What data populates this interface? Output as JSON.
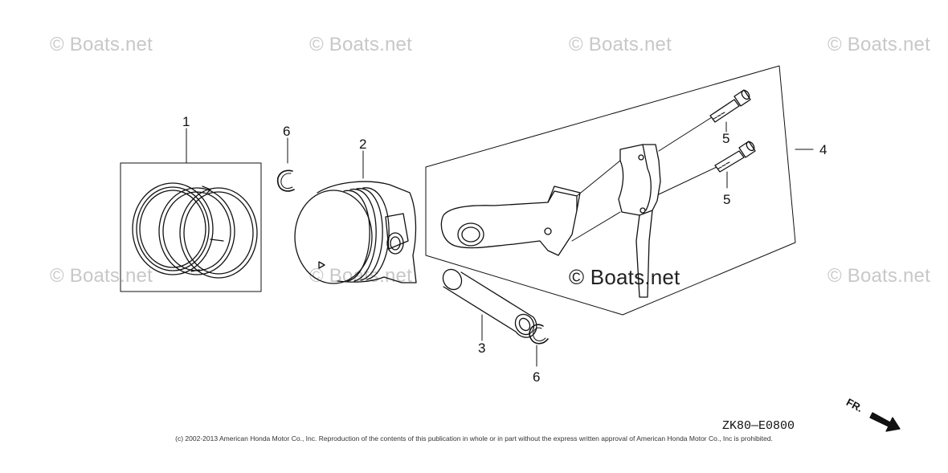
{
  "watermarks": [
    "© Boats.net",
    "© Boats.net",
    "© Boats.net",
    "© Boats.net",
    "© Boats.net",
    "© Boats.net",
    "© Boats.net",
    "© Boats.net"
  ],
  "center_watermark": "© Boats.net",
  "callouts": {
    "piston_rings": "1",
    "piston": "2",
    "piston_pin": "3",
    "connecting_rod": "4",
    "bolt_upper": "5",
    "bolt_lower": "5",
    "clip_upper": "6",
    "clip_lower": "6"
  },
  "diagram_code": "ZK80—E0800",
  "copyright": "(c) 2002-2013 American Honda Motor Co., Inc. Reproduction of the contents of this publication in whole or in part without the express written approval of American Honda Motor Co., Inc is prohibited.",
  "front_arrow_label": "FR."
}
